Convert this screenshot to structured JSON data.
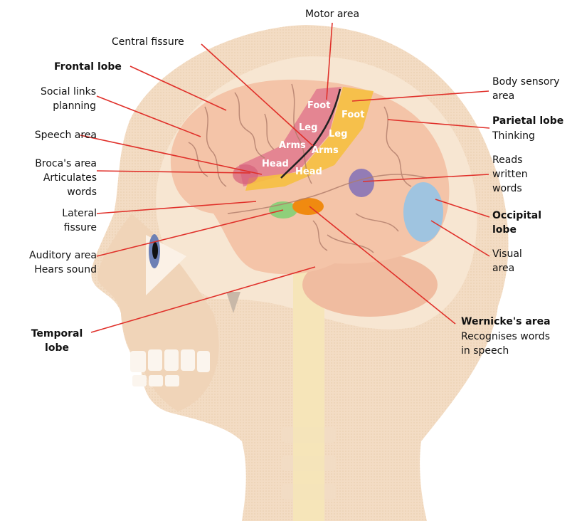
{
  "labels": {
    "motor_area": "Motor area",
    "central_fissure": "Central fissure",
    "frontal_lobe": "Frontal lobe",
    "social_links": "Social links\nplanning",
    "speech_area": "Speech area",
    "brocas_area": "Broca's area\nArticulates\nwords",
    "lateral_fissure": "Lateral\nfissure",
    "auditory_area": "Auditory area\nHears sound",
    "temporal_lobe": "Temporal\nlobe",
    "body_sensory": "Body sensory\narea",
    "parietal_lobe": "Parietal lobe",
    "thinking": "Thinking",
    "reads_written": "Reads\nwritten\nwords",
    "occipital_lobe": "Occipital\nlobe",
    "visual_area": "Visual\narea",
    "wernickes_area": "Wernicke's area",
    "recognises_words": "Recognises words\nin speech"
  },
  "map_labels": {
    "foot": "Foot",
    "leg": "Leg",
    "arms": "Arms",
    "head": "Head"
  },
  "colors": {
    "skin": "#f3dcc4",
    "brain": "#f4c4a8",
    "motor": "#e07a8e",
    "sensory": "#f6c040",
    "auditory": "#8fcf7a",
    "wernicke": "#f08a10",
    "reads": "#7a6ab8",
    "visual": "#8fc4ea",
    "leader": "#e0302a"
  }
}
